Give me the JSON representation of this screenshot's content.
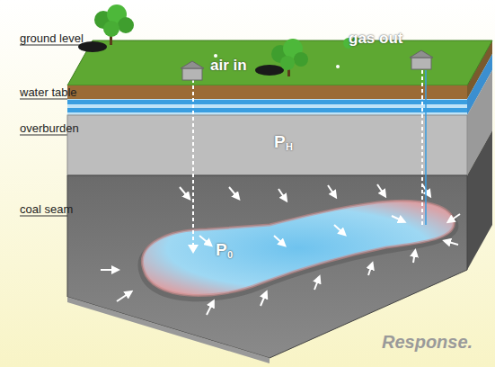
{
  "diagram": {
    "labels": [
      "ground level",
      "water table",
      "overburden",
      "coal seam",
      "air in",
      "gas out",
      "P",
      "H",
      "P",
      "0",
      "Response."
    ]
  }
}
